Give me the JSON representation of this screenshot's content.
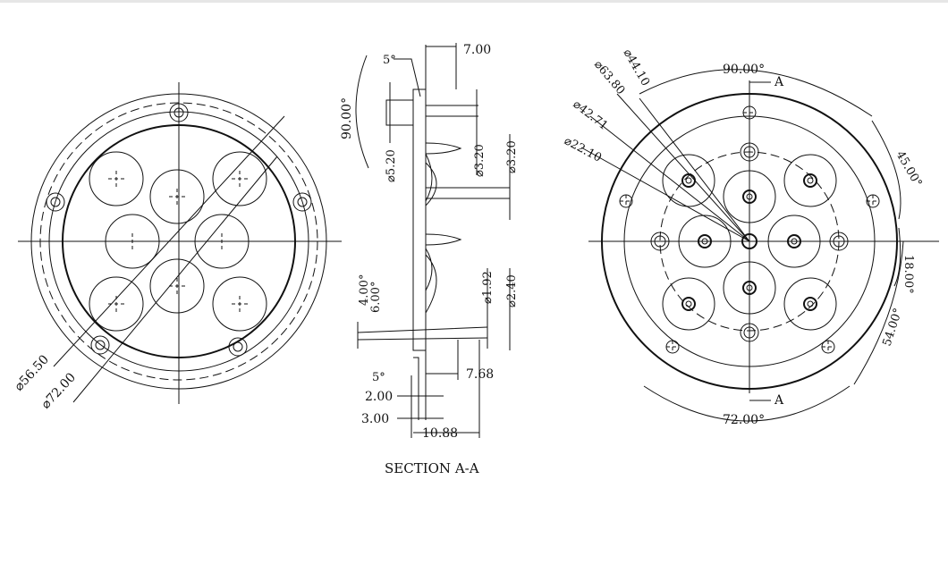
{
  "left_view": {
    "dims": {
      "d1": "⌀56.50",
      "d2": "⌀72.00"
    }
  },
  "section_view": {
    "title": "SECTION  A-A",
    "dims": {
      "top_w": "7.00",
      "chamfer": "5°",
      "angle_90": "90.00°",
      "bore": "⌀5.20",
      "d320a": "⌀3.20",
      "d320b": "⌀3.20",
      "a4": "4.00°",
      "a6": "6.00°",
      "d192": "⌀1.92",
      "d240": "⌀2.40",
      "bot5": "5°",
      "w768": "7.68",
      "w200": "2.00",
      "w300": "3.00",
      "w1088": "10.88"
    }
  },
  "right_view": {
    "dims": {
      "d4410": "⌀44.10",
      "d6380": "⌀63.80",
      "d4271": "⌀42.71",
      "d2210": "⌀22.10",
      "a90": "90.00°",
      "a45": "45.00°",
      "a18": "18.00°",
      "a54": "54.00°",
      "a72": "72.00°",
      "secA_top": "A",
      "secA_bot": "A"
    }
  }
}
